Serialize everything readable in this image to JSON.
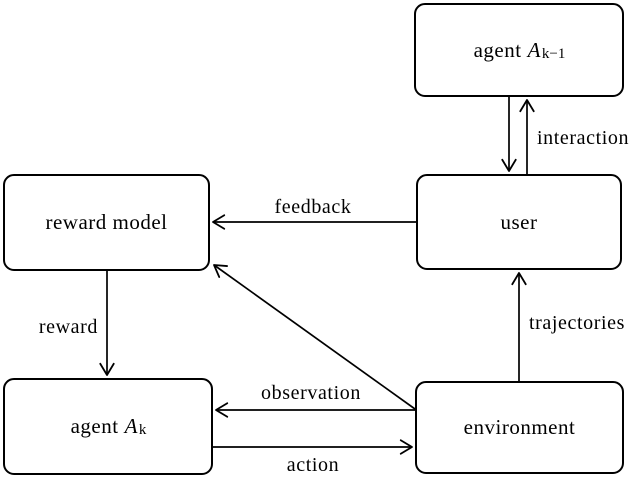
{
  "diagram": {
    "title": "agent-user-environment interaction loop",
    "colors": {
      "background": "#ffffff",
      "line": "#000000",
      "box_fill": "#ffffff",
      "box_border": "#000000",
      "text": "#000000"
    },
    "nodes": {
      "agent_prev": {
        "text": "agent",
        "var": "A",
        "sub": "k−1"
      },
      "user": {
        "text": "user"
      },
      "reward_model": {
        "text": "reward model"
      },
      "agent_k": {
        "text": "agent",
        "var": "A",
        "sub": "k"
      },
      "environment": {
        "text": "environment"
      }
    },
    "edges": {
      "interaction": {
        "label": "interaction",
        "from": "user",
        "to": "agent_prev",
        "bidirectional": true
      },
      "feedback": {
        "label": "feedback",
        "from": "user",
        "to": "reward_model"
      },
      "reward": {
        "label": "reward",
        "from": "reward_model",
        "to": "agent_k"
      },
      "trajectories": {
        "label": "trajectories",
        "from": "environment",
        "to": "user"
      },
      "observation": {
        "label": "observation",
        "from": "environment",
        "to": "agent_k"
      },
      "action": {
        "label": "action",
        "from": "agent_k",
        "to": "environment"
      },
      "env_to_reward_model": {
        "label": "",
        "from": "environment",
        "to": "reward_model"
      }
    }
  }
}
